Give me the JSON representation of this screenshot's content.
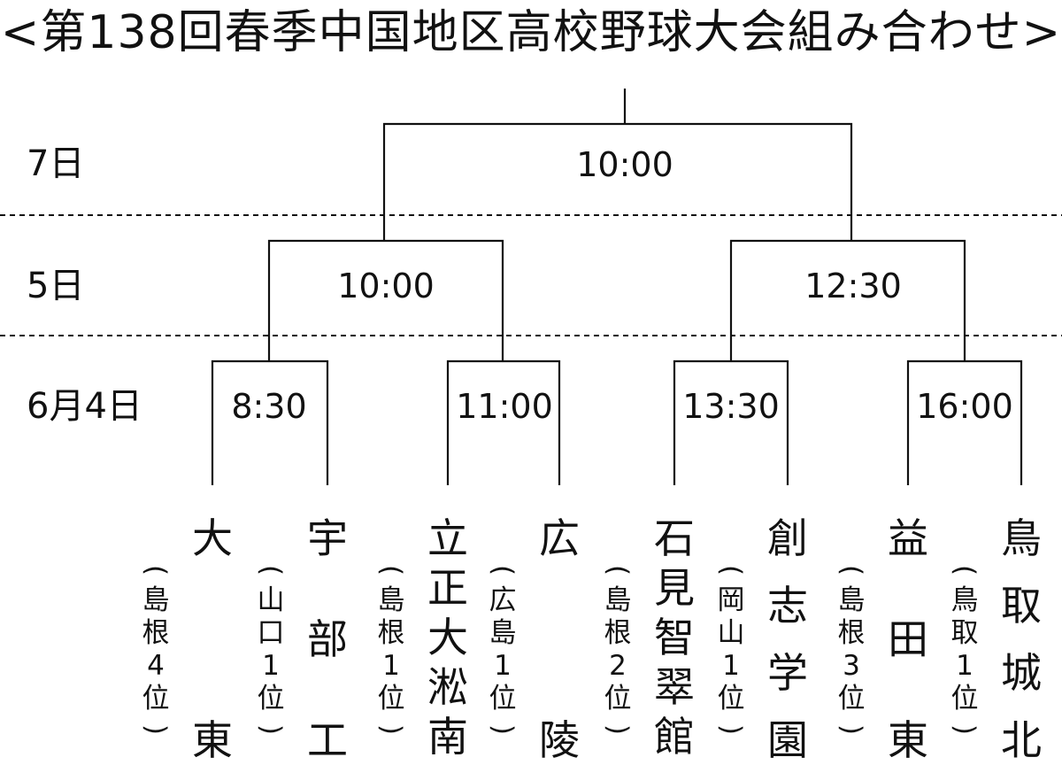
{
  "title": "<第138回春季中国地区高校野球大会組み合わせ>",
  "rounds": [
    {
      "label": "7日"
    },
    {
      "label": "5日"
    },
    {
      "label": "6月4日"
    }
  ],
  "games": {
    "final": "10:00",
    "semi1": "10:00",
    "semi2": "12:30",
    "q1": "8:30",
    "q2": "11:00",
    "q3": "13:30",
    "q4": "16:00"
  },
  "teams": [
    {
      "school": "大東",
      "pref": "(島根4位)",
      "layout": "spread"
    },
    {
      "school": "宇部工",
      "pref": "(山口1位)",
      "layout": "spread"
    },
    {
      "school": "立正大淞南",
      "pref": "(島根1位)",
      "layout": "packed"
    },
    {
      "school": "広陵",
      "pref": "(広島1位)",
      "layout": "spread"
    },
    {
      "school": "石見智翠館",
      "pref": "(島根2位)",
      "layout": "packed"
    },
    {
      "school": "創志学園",
      "pref": "(岡山1位)",
      "layout": "spread4"
    },
    {
      "school": "益田東",
      "pref": "(島根3位)",
      "layout": "spread"
    },
    {
      "school": "鳥取城北",
      "pref": "(鳥取1位)",
      "layout": "spread4"
    }
  ]
}
